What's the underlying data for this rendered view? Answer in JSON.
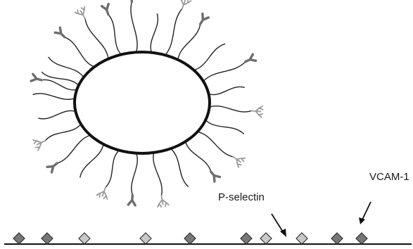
{
  "labels": {
    "p_selectin": "P-selectin",
    "vcam_1": "VCAM-1"
  },
  "colors": {
    "outline": "#111111",
    "tether": "#222222",
    "antibody": "#6e6e6e",
    "branched_ligand": "#9a9a9a",
    "diamond_dark": "#777777",
    "diamond_light": "#c9c9c9"
  },
  "surface_molecules": [
    {
      "kind": "vcam-1",
      "shade": "dark"
    },
    {
      "kind": "vcam-1",
      "shade": "dark"
    },
    {
      "kind": "p-selectin",
      "shade": "light"
    },
    {
      "kind": "p-selectin",
      "shade": "light"
    },
    {
      "kind": "vcam-1",
      "shade": "dark"
    },
    {
      "kind": "vcam-1",
      "shade": "dark"
    },
    {
      "kind": "p-selectin",
      "shade": "light"
    },
    {
      "kind": "p-selectin",
      "shade": "light"
    },
    {
      "kind": "vcam-1",
      "shade": "dark"
    },
    {
      "kind": "vcam-1",
      "shade": "dark"
    }
  ]
}
